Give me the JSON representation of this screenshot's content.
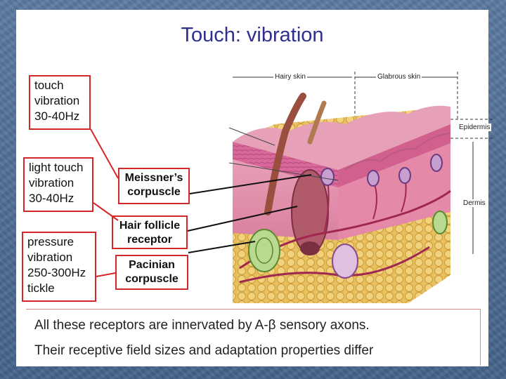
{
  "title": "Touch: vibration",
  "labels": {
    "touch": "touch\nvibration\n30-40Hz",
    "light_touch": "light touch\nvibration\n30-40Hz",
    "pressure": "pressure\nvibration\n250-300Hz\ntickle"
  },
  "receptors": {
    "meissner": "Meissner’s\ncorpuscle",
    "hair_follicle": "Hair follicle\nreceptor",
    "pacinian": "Pacinian\ncorpuscle"
  },
  "diagram": {
    "hairy_skin": "Hairy skin",
    "glabrous_skin": "Glabrous skin",
    "epidermis": "Epidermis",
    "dermis": "Dermis"
  },
  "footer": {
    "line1": "All these receptors are innervated by A-β sensory axons.",
    "line2": "Their receptive field sizes and adaptation properties differ"
  },
  "colors": {
    "title": "#2f2f8f",
    "box_border": "#d42828",
    "background": "#4f6f97"
  }
}
